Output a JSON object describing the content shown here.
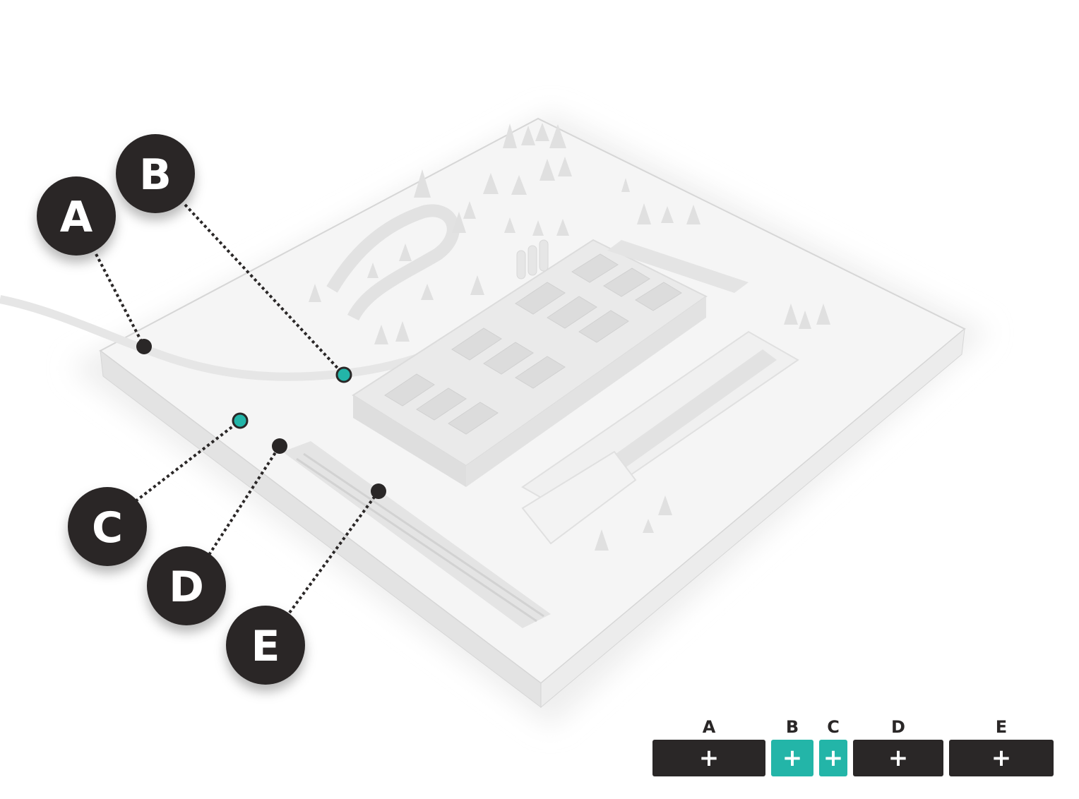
{
  "colors": {
    "dark": "#2a2727",
    "teal": "#23b5a8",
    "white": "#ffffff"
  },
  "markers": [
    {
      "label": "A",
      "dot_color": "dark"
    },
    {
      "label": "B",
      "dot_color": "teal"
    },
    {
      "label": "C",
      "dot_color": "teal"
    },
    {
      "label": "D",
      "dot_color": "dark"
    },
    {
      "label": "E",
      "dot_color": "dark"
    }
  ],
  "legend": {
    "segments": [
      {
        "label": "A",
        "button": "+",
        "color": "dark"
      },
      {
        "label": "B",
        "button": "+",
        "color": "teal"
      },
      {
        "label": "C",
        "button": "+",
        "color": "teal"
      },
      {
        "label": "D",
        "button": "+",
        "color": "dark"
      },
      {
        "label": "E",
        "button": "+",
        "color": "dark"
      }
    ]
  }
}
